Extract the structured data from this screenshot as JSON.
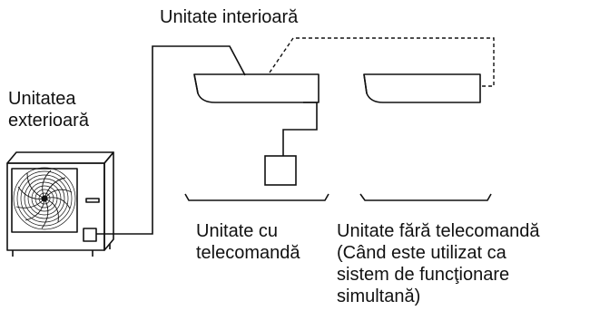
{
  "labels": {
    "indoor_unit": "Unitate interioară",
    "outdoor_unit_line1": "Unitatea",
    "outdoor_unit_line2": "exterioară",
    "unit_with_remote_line1": "Unitate cu",
    "unit_with_remote_line2": "telecomandă",
    "unit_without_remote_line1": "Unitate fără telecomandă",
    "unit_without_remote_line2": "(Când este utilizat ca",
    "unit_without_remote_line3": "sistem de funcţionare",
    "unit_without_remote_line4": "simultană)"
  },
  "colors": {
    "stroke": "#111111",
    "background": "#ffffff"
  }
}
